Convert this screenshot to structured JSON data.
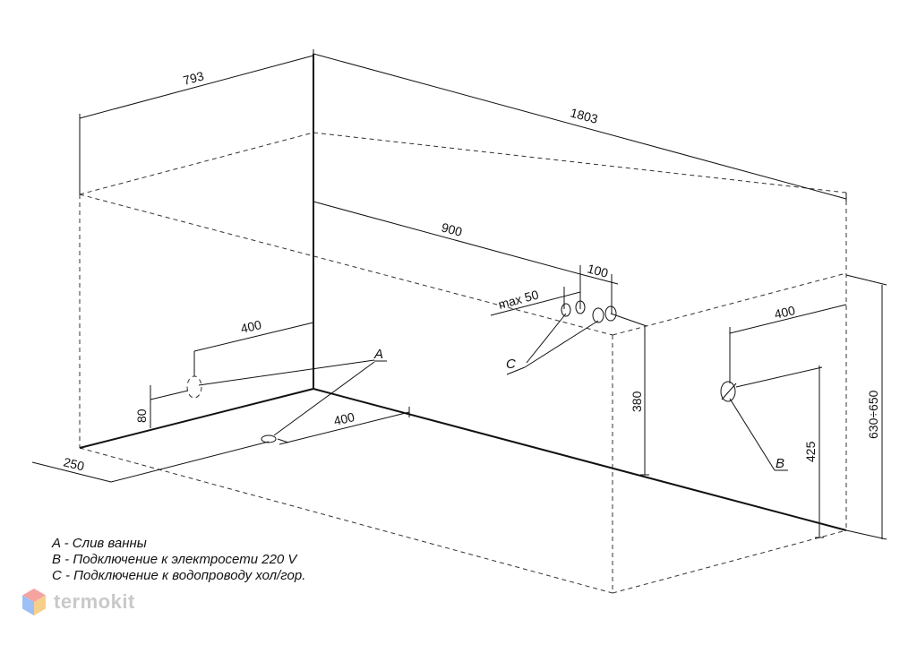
{
  "dimensions": {
    "width_total": "793",
    "length_total": "1803",
    "offset_900": "900",
    "offset_100": "100",
    "max_50": "max 50",
    "drain_offset_left": "400",
    "drain_height": "80",
    "drain_offset_bottom": "400",
    "corner_250": "250",
    "height_380": "380",
    "power_offset": "400",
    "height_425": "425",
    "height_range": "630÷650"
  },
  "markers": {
    "a": "A",
    "b": "B",
    "c": "C"
  },
  "legend": [
    "A - Слив ванны",
    "B - Подключение к электросети 220 V",
    "C - Подключение к водопроводу хол/гор."
  ],
  "brand": {
    "name": "termokit",
    "icon": "hexagon-logo-icon",
    "colors": [
      "#f28b82",
      "#8ab4f8",
      "#f6c26b"
    ]
  }
}
